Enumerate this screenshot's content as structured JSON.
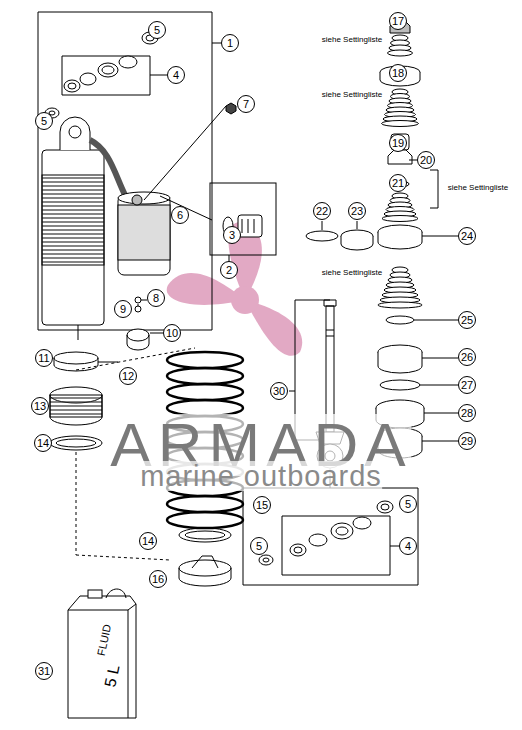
{
  "diagram": {
    "labels": [
      "17",
      "siehe Settingliste",
      "1",
      "5",
      "18",
      "4",
      "siehe Settingliste",
      "7",
      "5",
      "19",
      "20",
      "21",
      "siehe Settingliste",
      "22",
      "23",
      "6",
      "3",
      "24",
      "2",
      "siehe Settingliste",
      "8",
      "9",
      "25",
      "10",
      "26",
      "11",
      "12",
      "27",
      "30",
      "13",
      "28",
      "15",
      "14",
      "29",
      "5",
      "14",
      "4",
      "5",
      "16",
      "31",
      "FLUID",
      "5 L",
      "ARMADA",
      "marine outboards"
    ]
  }
}
